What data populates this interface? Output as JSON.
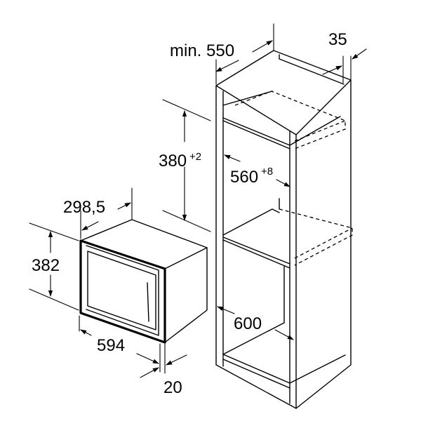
{
  "dimensions": {
    "cabinet_depth": {
      "value": "min. 550"
    },
    "front_offset": {
      "value": "35"
    },
    "niche_height": {
      "value": "380",
      "tolerance": "+2"
    },
    "niche_width": {
      "value": "560",
      "tolerance": "+8"
    },
    "cabinet_width": {
      "value": "600"
    },
    "appliance_depth": {
      "value": "298,5"
    },
    "appliance_height": {
      "value": "382"
    },
    "appliance_width": {
      "value": "594"
    },
    "front_thickness": {
      "value": "20"
    }
  }
}
